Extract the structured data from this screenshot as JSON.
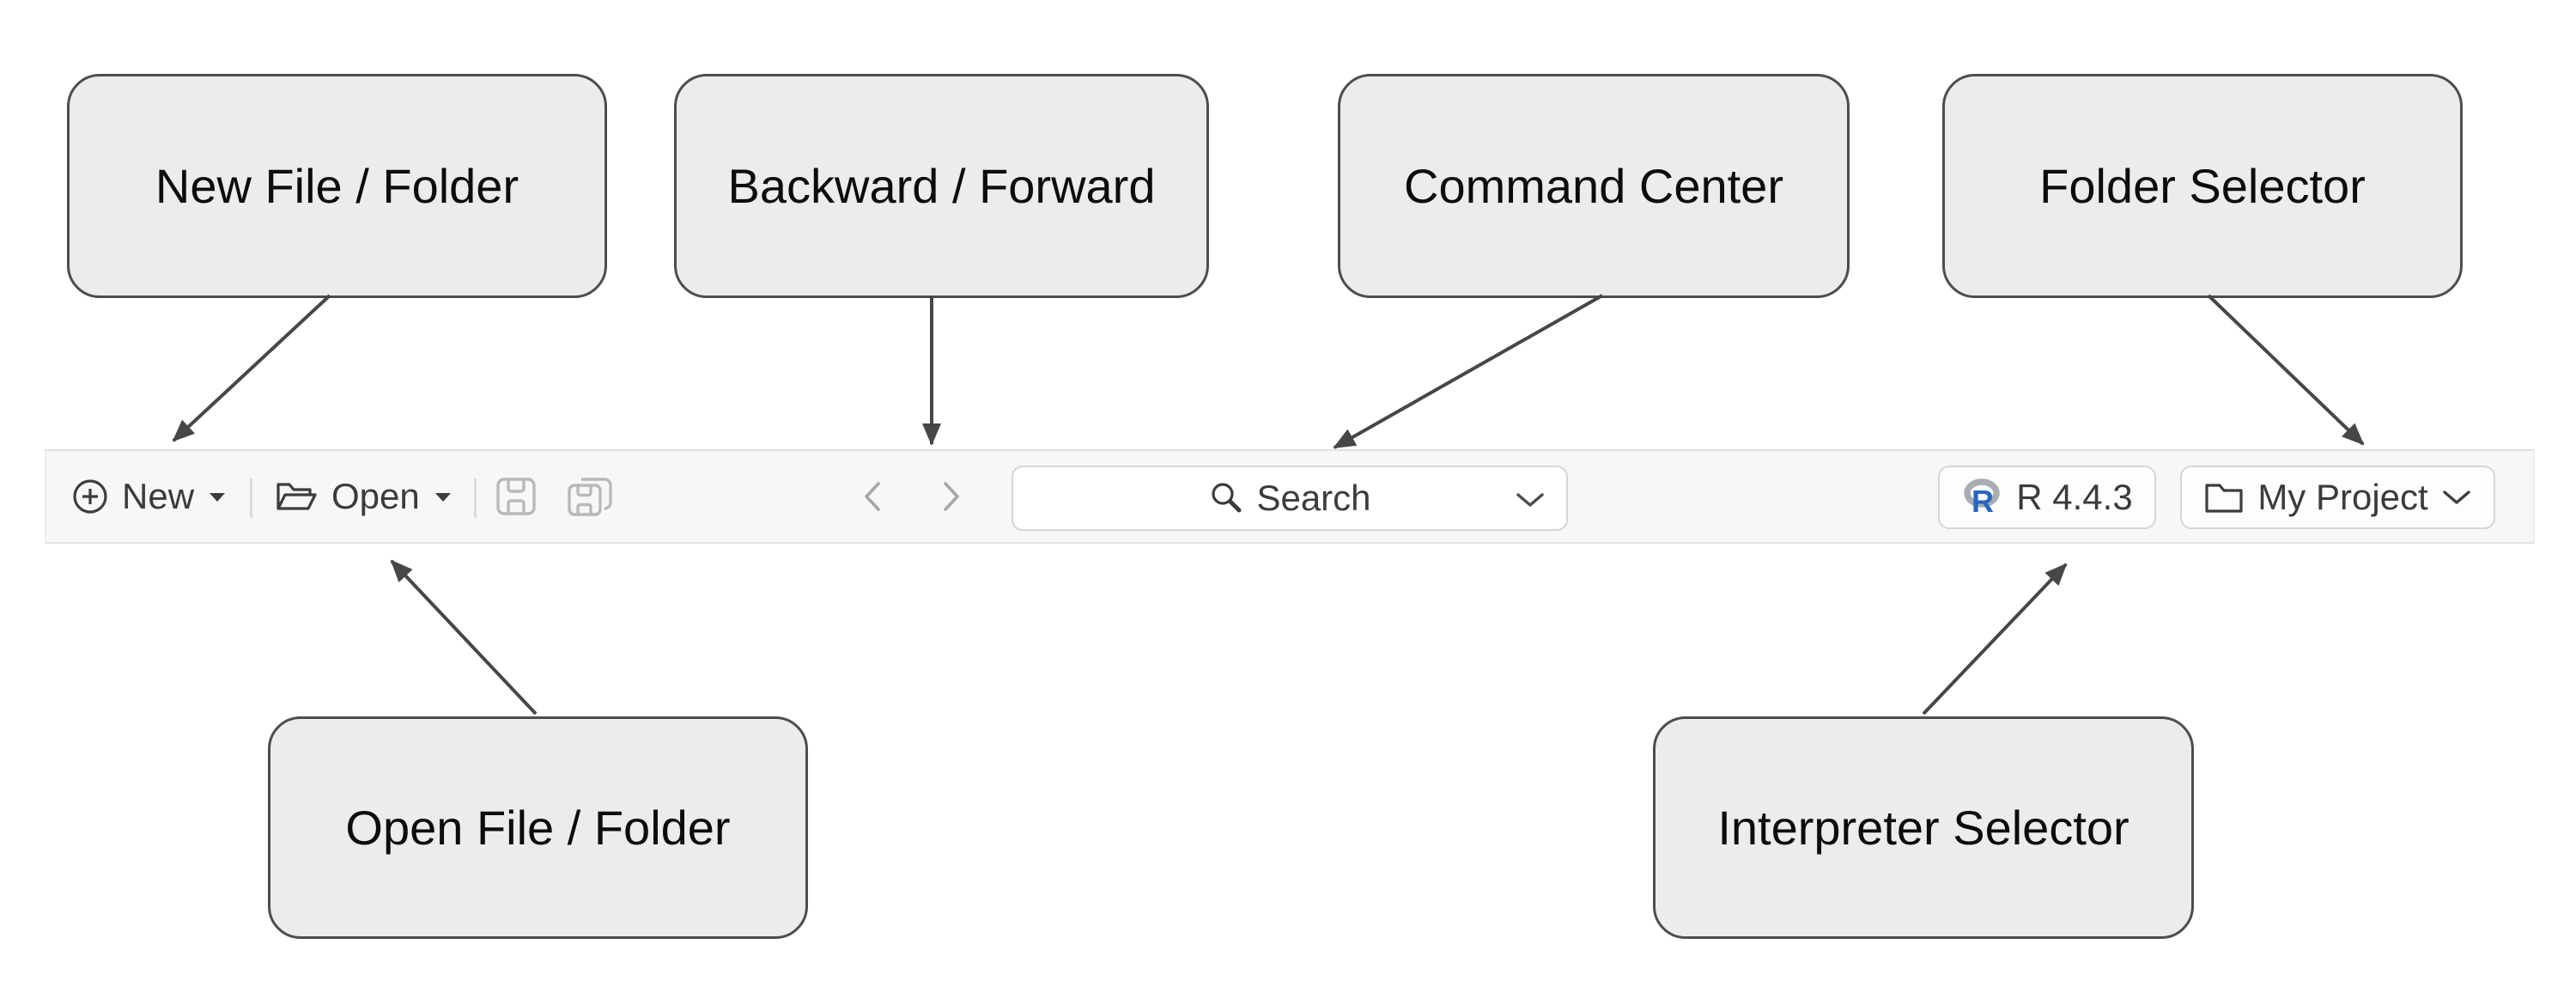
{
  "diagram": {
    "callouts": [
      {
        "id": "new-file-folder",
        "label": "New File / Folder"
      },
      {
        "id": "backward-forward",
        "label": "Backward / Forward"
      },
      {
        "id": "command-center",
        "label": "Command Center"
      },
      {
        "id": "folder-selector",
        "label": "Folder Selector"
      },
      {
        "id": "open-file-folder",
        "label": "Open File / Folder"
      },
      {
        "id": "interpreter-selector",
        "label": "Interpreter Selector"
      }
    ]
  },
  "toolbar": {
    "new_button": {
      "label": "New",
      "icon": "plus-circle-icon",
      "dropdown": true
    },
    "open_button": {
      "label": "Open",
      "icon": "folder-open-icon",
      "dropdown": true
    },
    "save_button": {
      "icon": "save-icon",
      "enabled": false
    },
    "save_all_button": {
      "icon": "save-all-icon",
      "enabled": false
    },
    "back_button": {
      "icon": "chevron-left-icon",
      "enabled": false
    },
    "forward_button": {
      "icon": "chevron-right-icon",
      "enabled": false
    },
    "search": {
      "placeholder": "Search",
      "icon": "search-icon",
      "dropdown": true
    },
    "interpreter_button": {
      "label": "R 4.4.3",
      "icon": "r-logo-icon",
      "dropdown": false
    },
    "project_button": {
      "label": "My Project",
      "icon": "folder-icon",
      "dropdown": true
    }
  },
  "colors": {
    "canvas_bg": "#ffffff",
    "callout_fill": "#ececec",
    "callout_border": "#4d4d4d",
    "toolbar_bg": "#f7f7f7",
    "control_border": "#d6d6d6",
    "text": "#3b3b3b",
    "disabled_icon": "#b9b9b9",
    "nav_chevron": "#a6a6a6",
    "arrow": "#474747",
    "r_logo_blue": "#2767be",
    "r_logo_gray": "#a9adb3"
  }
}
